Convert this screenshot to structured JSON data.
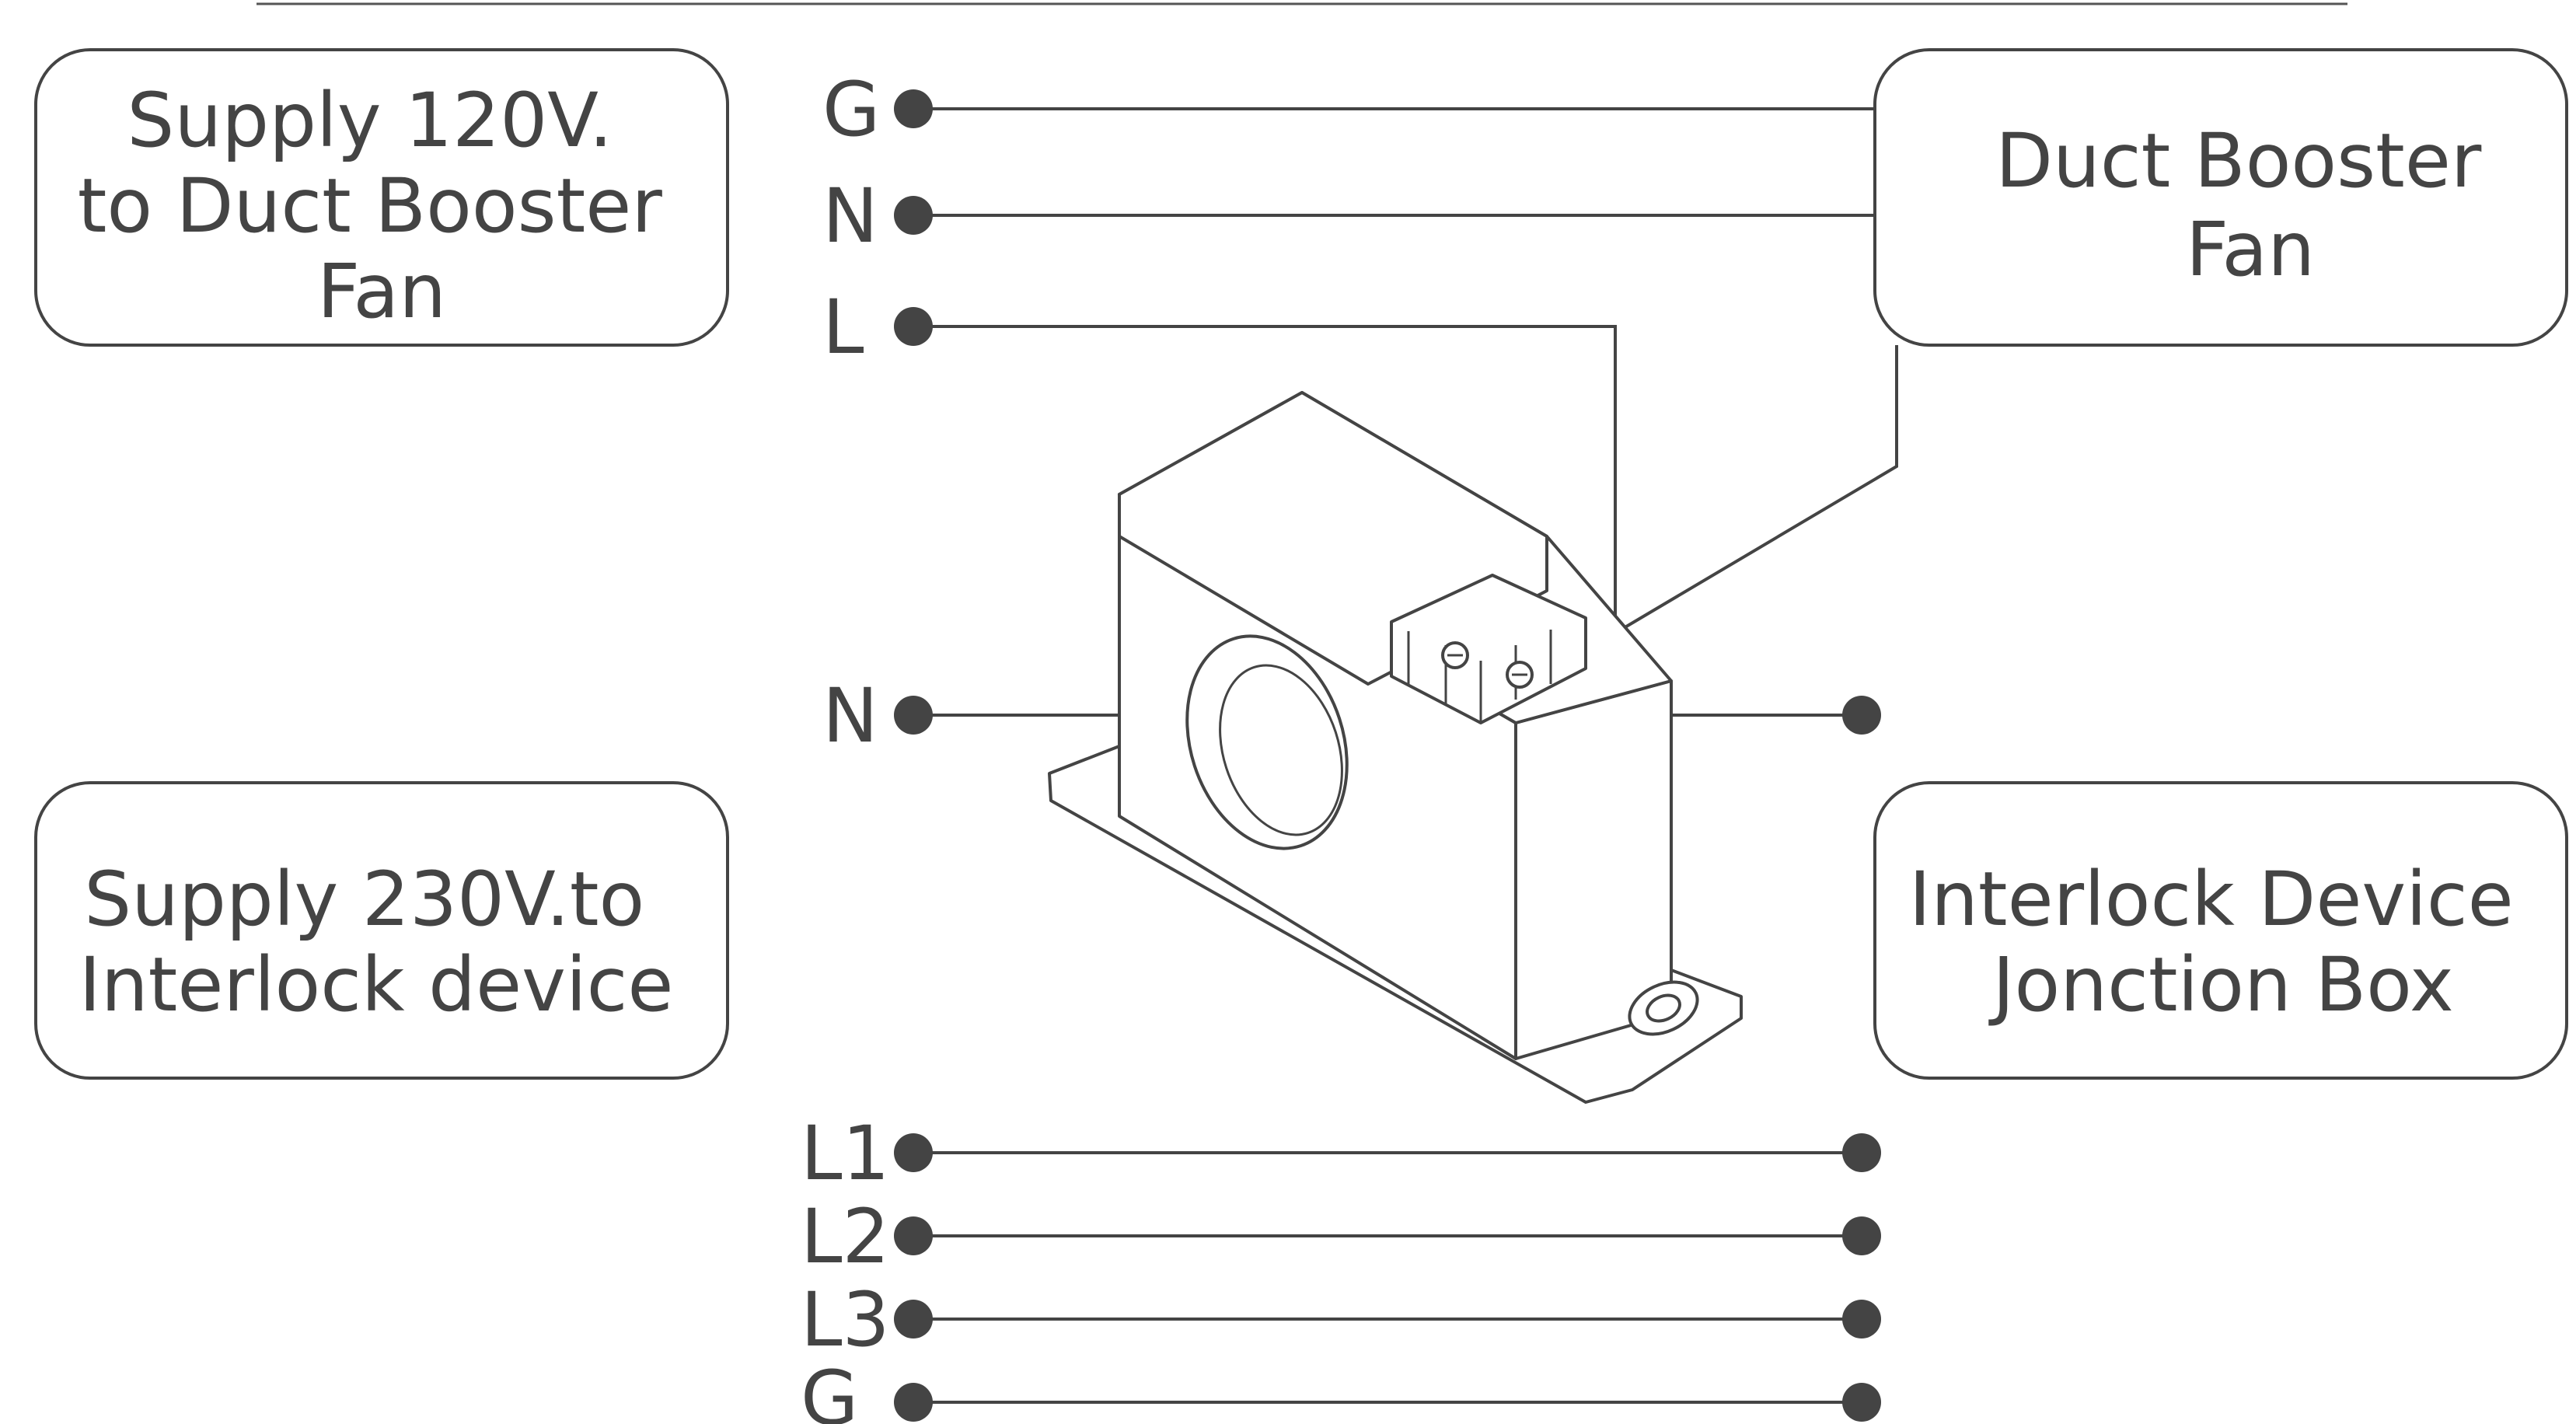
{
  "boxes": {
    "supply_fan": [
      "Supply 120V.",
      "to Duct Booster",
      "Fan"
    ],
    "duct_booster_fan": [
      "Duct Booster",
      "Fan"
    ],
    "supply_interlock": [
      "Supply 230V.to",
      "Interlock device"
    ],
    "interlock_box": [
      "Interlock Device",
      "Jonction Box"
    ]
  },
  "terminals": {
    "top_g": "G",
    "top_n": "N",
    "top_l": "L",
    "mid_n": "N",
    "l1": "L1",
    "l2": "L2",
    "l3": "L3",
    "bottom_g": "G"
  },
  "colors": {
    "line": "#444444",
    "text": "#444444",
    "background": "#ffffff"
  }
}
